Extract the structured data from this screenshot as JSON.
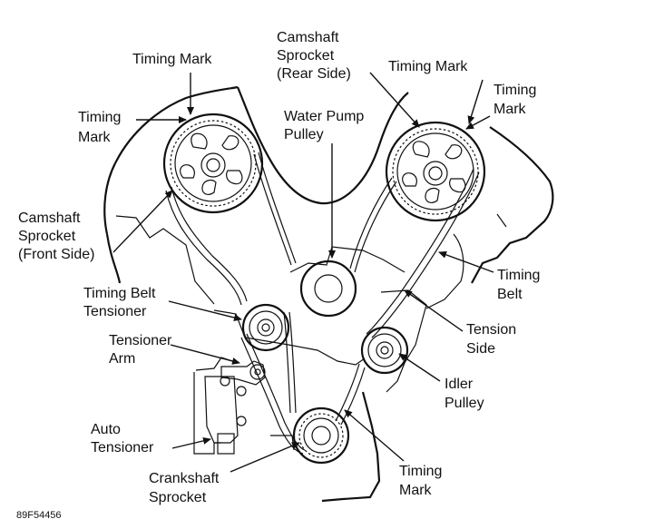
{
  "labels": {
    "timing_mark_top": "Timing Mark",
    "timing_mark_left": [
      "Timing",
      "Mark"
    ],
    "camshaft_front": [
      "Camshaft",
      "Sprocket",
      "(Front Side)"
    ],
    "camshaft_rear": [
      "Camshaft",
      "Sprocket",
      "(Rear Side)"
    ],
    "timing_mark_rear_a": "Timing Mark",
    "timing_mark_rear_b": [
      "Timing",
      "Mark"
    ],
    "water_pump": [
      "Water Pump",
      "Pulley"
    ],
    "timing_belt": [
      "Timing",
      "Belt"
    ],
    "tension_side": [
      "Tension",
      "Side"
    ],
    "idler_pulley": [
      "Idler",
      "Pulley"
    ],
    "belt_tensioner": [
      "Timing Belt",
      "Tensioner"
    ],
    "tensioner_arm": [
      "Tensioner",
      "Arm"
    ],
    "auto_tensioner": [
      "Auto",
      "Tensioner"
    ],
    "crankshaft": [
      "Crankshaft",
      "Sprocket"
    ],
    "timing_mark_crank": [
      "Timing",
      "Mark"
    ],
    "figure_code": "89F54456"
  },
  "colors": {
    "ink": "#111111",
    "paper": "#ffffff"
  }
}
